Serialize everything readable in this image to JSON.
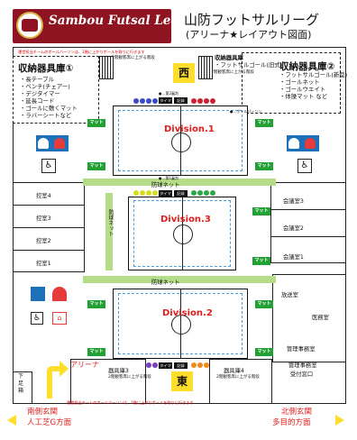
{
  "header": {
    "brand": "Sambou Futsal League",
    "title_line1": "山防フットサルリーグ",
    "title_line2": "(アリーナ★レイアウト図面)"
  },
  "notice": "運営担当チームのボールバーソンは、1階に上がりボールを取りに行きます",
  "storage_left": {
    "title": "収納器具庫①",
    "items": [
      "・長テーブル",
      "・ベンチ(チェアー)",
      "・デジタイマー",
      "・延長コード",
      "・ゴールに敷くマット",
      "・ラバーシートなど"
    ]
  },
  "storage_center": {
    "title": "収納器具庫",
    "item": "・フットサルゴール(旧式)"
  },
  "storage_right": {
    "title": "収納器具庫②",
    "items": [
      "・フットサルゴール(新型)",
      "・ゴールネット",
      "・ゴールウエイト",
      "・体操マット など"
    ]
  },
  "stairs_note": "2階観客席に上がる階段",
  "directions": {
    "west": "西",
    "south": "南",
    "north": "北",
    "east": "東"
  },
  "divisions": [
    "Division.1",
    "Division.3",
    "Division.2"
  ],
  "mat_label": "マット",
  "timer_label": "タイマー",
  "record_label": "記録",
  "bench_labels": {
    "second": "●…第2審判",
    "first": "●…第1審判"
  },
  "ball_person": "●…ボールパーソン",
  "net_label": "防球ネット",
  "net_vertical": "防球ネット",
  "left_rooms": [
    "控室4",
    "控室3",
    "控室2",
    "控室1"
  ],
  "right_rooms": [
    "会議室3",
    "会議室2",
    "会議室1"
  ],
  "right_lower_rooms": [
    "放送室",
    "医務室",
    "管理事務室"
  ],
  "bottom": {
    "store3": "器具庫3",
    "store4": "器具庫4",
    "office": "管理事務室",
    "reception": "受付窓口",
    "arena": "アリーナ",
    "stair_left": "下足箱",
    "south_entrance": "南側玄関",
    "south_dest": "人工芝G方面",
    "north_entrance": "北側玄関",
    "north_dest": "多目的方面"
  },
  "colors": {
    "brand": "#8d1420",
    "division_label": "#e21d1d",
    "mat": "#23a033",
    "net": "#b5dc89",
    "direction_bg": "#ffdd2b"
  }
}
